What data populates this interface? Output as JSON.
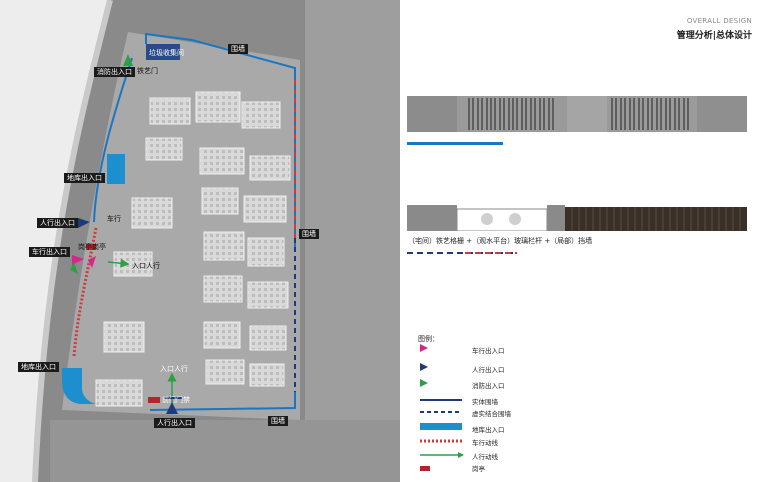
{
  "header": {
    "en": "OVERALL DESIGN",
    "cn": "管理分析|总体设计"
  },
  "map_labels": {
    "wall_top": "围墙",
    "wall_right": "围墙",
    "wall_bottom": "围墙",
    "garbage": "垃圾收集间",
    "iron_gate": "铁艺门",
    "fire_exit": "消防出入口",
    "garage_top": "地库出入口",
    "ped_exit_top": "人行出入口",
    "car_row": "车行",
    "car_exit": "车行出入口",
    "guard": "岗亭岗亭",
    "ped_entrance_mid": "入口人行",
    "garage_bottom": "地库出入口",
    "entrance_ped_lower": "入口人行",
    "gate_turnstile": "前门门禁",
    "ped_exit_bottom": "人行出入口"
  },
  "fence_caption": "（宅间）铁艺格栅 +（观水平台）玻璃栏杆 +（局部）挡墙",
  "legend": {
    "title": "图例：",
    "items": [
      {
        "icon": "car-entrance-icon",
        "label": "车行出入口",
        "color": "#d6268a"
      },
      {
        "icon": "pedestrian-entrance-icon",
        "label": "人行出入口",
        "color": "#1e3a7a"
      },
      {
        "icon": "fire-entrance-icon",
        "label": "消防出入口",
        "color": "#2f9e44"
      },
      {
        "icon": "solid-wall-icon",
        "label": "实体围墙",
        "color": "#1e3a7a"
      },
      {
        "icon": "virtual-wall-icon",
        "label": "虚实结合围墙",
        "color": "#1e3a7a"
      },
      {
        "icon": "garage-entrance-icon",
        "label": "地库出入口",
        "color": "#1d8fcf"
      },
      {
        "icon": "car-route-icon",
        "label": "车行动线",
        "color": "#d03a3a"
      },
      {
        "icon": "pedestrian-route-icon",
        "label": "人行动线",
        "color": "#2f9e44"
      },
      {
        "icon": "guardhouse-icon",
        "label": "岗亭",
        "color": "#b0262e"
      }
    ]
  }
}
